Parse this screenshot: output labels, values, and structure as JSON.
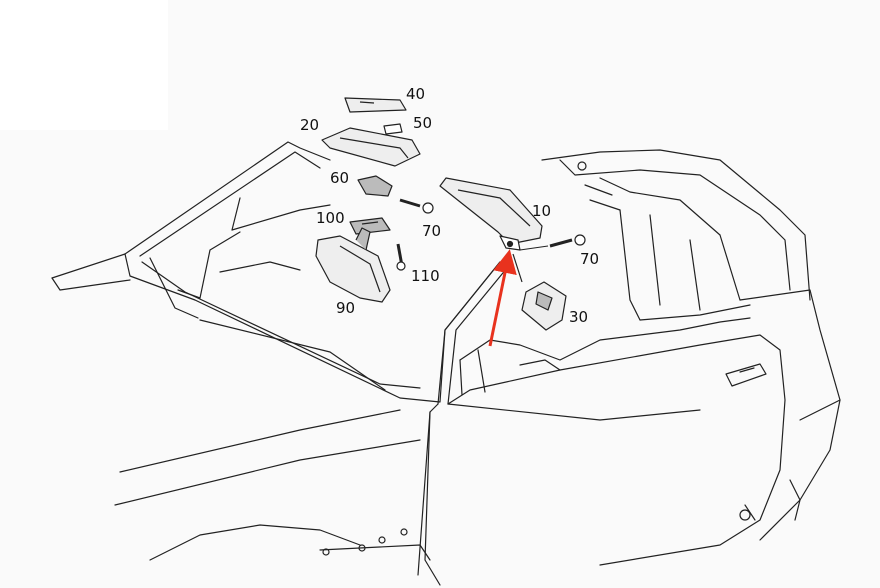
{
  "colors": {
    "background": "#fafafa",
    "corner_panel": "#ffffff",
    "line": "#222222",
    "part_fill": "#eeeeee",
    "part_dark": "#bbbbbb",
    "arrow": "#e8321e"
  },
  "icons": {
    "pointer": "red-arrow-icon"
  },
  "diagram": {
    "labels": [
      {
        "id": "40",
        "text": "40"
      },
      {
        "id": "50",
        "text": "50"
      },
      {
        "id": "20",
        "text": "20"
      },
      {
        "id": "60",
        "text": "60"
      },
      {
        "id": "70a",
        "text": "70"
      },
      {
        "id": "10",
        "text": "10"
      },
      {
        "id": "100",
        "text": "100"
      },
      {
        "id": "110",
        "text": "110"
      },
      {
        "id": "70b",
        "text": "70"
      },
      {
        "id": "90",
        "text": "90"
      },
      {
        "id": "30",
        "text": "30"
      }
    ]
  }
}
